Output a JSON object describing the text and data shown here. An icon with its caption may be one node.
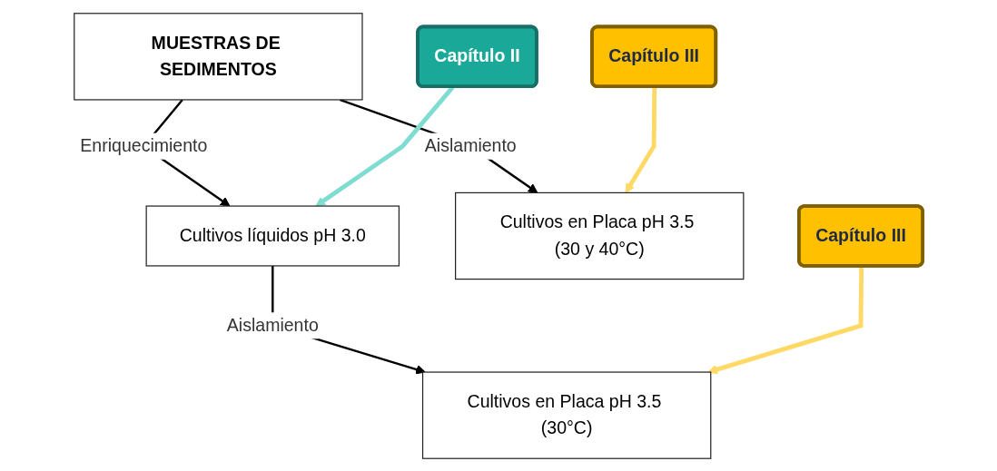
{
  "diagram": {
    "nodes": [
      {
        "text": [
          "MUESTRAS DE SEDIMENTOS"
        ]
      },
      {
        "text": [
          "Capítulo II"
        ]
      },
      {
        "text": [
          "Cultivos líquidos pH 3.0"
        ]
      },
      {
        "text": [
          "Cultivos en Placa pH 3.5 (30 y 40°C)"
        ]
      },
      {
        "text": [
          "Capítulo III"
        ]
      },
      {
        "text": [
          "Capítulo III"
        ]
      },
      {
        "text": [
          "Cultivos en Placa pH 3.5 (30°C)"
        ]
      }
    ],
    "edges": [
      {
        "from": 0,
        "to": 2,
        "label": "Enriquecimiento",
        "arrow": "to"
      },
      {
        "from": 0,
        "to": 3,
        "label": "Aislamiento",
        "arrow": "to"
      },
      {
        "from": 2,
        "to": 6,
        "label": "Aislamiento",
        "arrow": "to"
      },
      {
        "from": 1,
        "to": 2,
        "arrow": "to",
        "style": "thick",
        "color": "#7fdcd0"
      },
      {
        "from": 4,
        "to": 3,
        "arrow": "to",
        "style": "thick",
        "color": "#ffd966"
      },
      {
        "from": 5,
        "to": 6,
        "arrow": "to",
        "style": "thick",
        "color": "#ffd966"
      }
    ]
  }
}
